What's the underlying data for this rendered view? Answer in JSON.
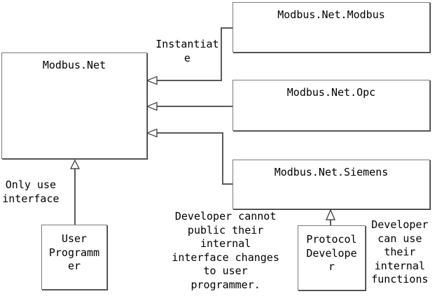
{
  "boxes": {
    "modbus_net": {
      "label": "Modbus.Net"
    },
    "modbus_net_modbus": {
      "label": "Modbus.Net.Modbus"
    },
    "modbus_net_opc": {
      "label": "Modbus.Net.Opc"
    },
    "modbus_net_siemens": {
      "label": "Modbus.Net.Siemens"
    },
    "user_programmer": {
      "label": "User Programmer"
    },
    "protocol_developer": {
      "label": "Protocol Developer"
    }
  },
  "annotations": {
    "instantiate": {
      "label": "Instantiate"
    },
    "only_use_interface": {
      "label": "Only use interface"
    },
    "developer_cannot": {
      "label": "Developer cannot public their internal interface changes to user programmer."
    },
    "developer_can_use": {
      "label": "Developer can use their internal functions"
    }
  },
  "colors": {
    "background": "#ffffff",
    "line": "#5a5a5a",
    "box_border": "#7b7b7b",
    "box_shadow": "#2f2f2f",
    "text": "#000000"
  }
}
